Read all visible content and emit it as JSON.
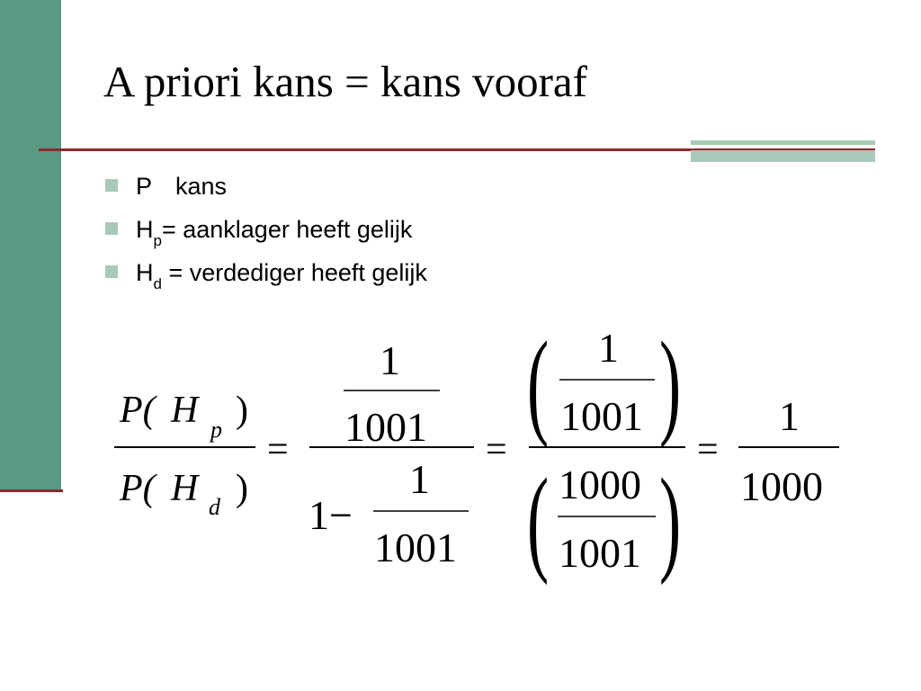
{
  "slide": {
    "title": "A priori kans = kans vooraf",
    "bullets": [
      {
        "symbol": "P",
        "text": "kans"
      },
      {
        "symbol": "H",
        "subscript": "p",
        "text": "= aanklager heeft gelijk"
      },
      {
        "symbol": "H",
        "subscript": "d",
        "text": " = verdediger heeft gelijk"
      }
    ],
    "formula": {
      "lhs": {
        "num": {
          "open": "P(",
          "var": "H",
          "sub": "p",
          "close": ")"
        },
        "den": {
          "open": "P(",
          "var": "H",
          "sub": "d",
          "close": ")"
        }
      },
      "equals": "=",
      "minus": "1−",
      "one": "1",
      "n1001": "1001",
      "n1000": "1000",
      "lparen": "(",
      "rparen": ")"
    }
  },
  "colors": {
    "side_bar": "#5a9a82",
    "rule": "#8b2a2a",
    "accent": "#a9c9b8"
  }
}
